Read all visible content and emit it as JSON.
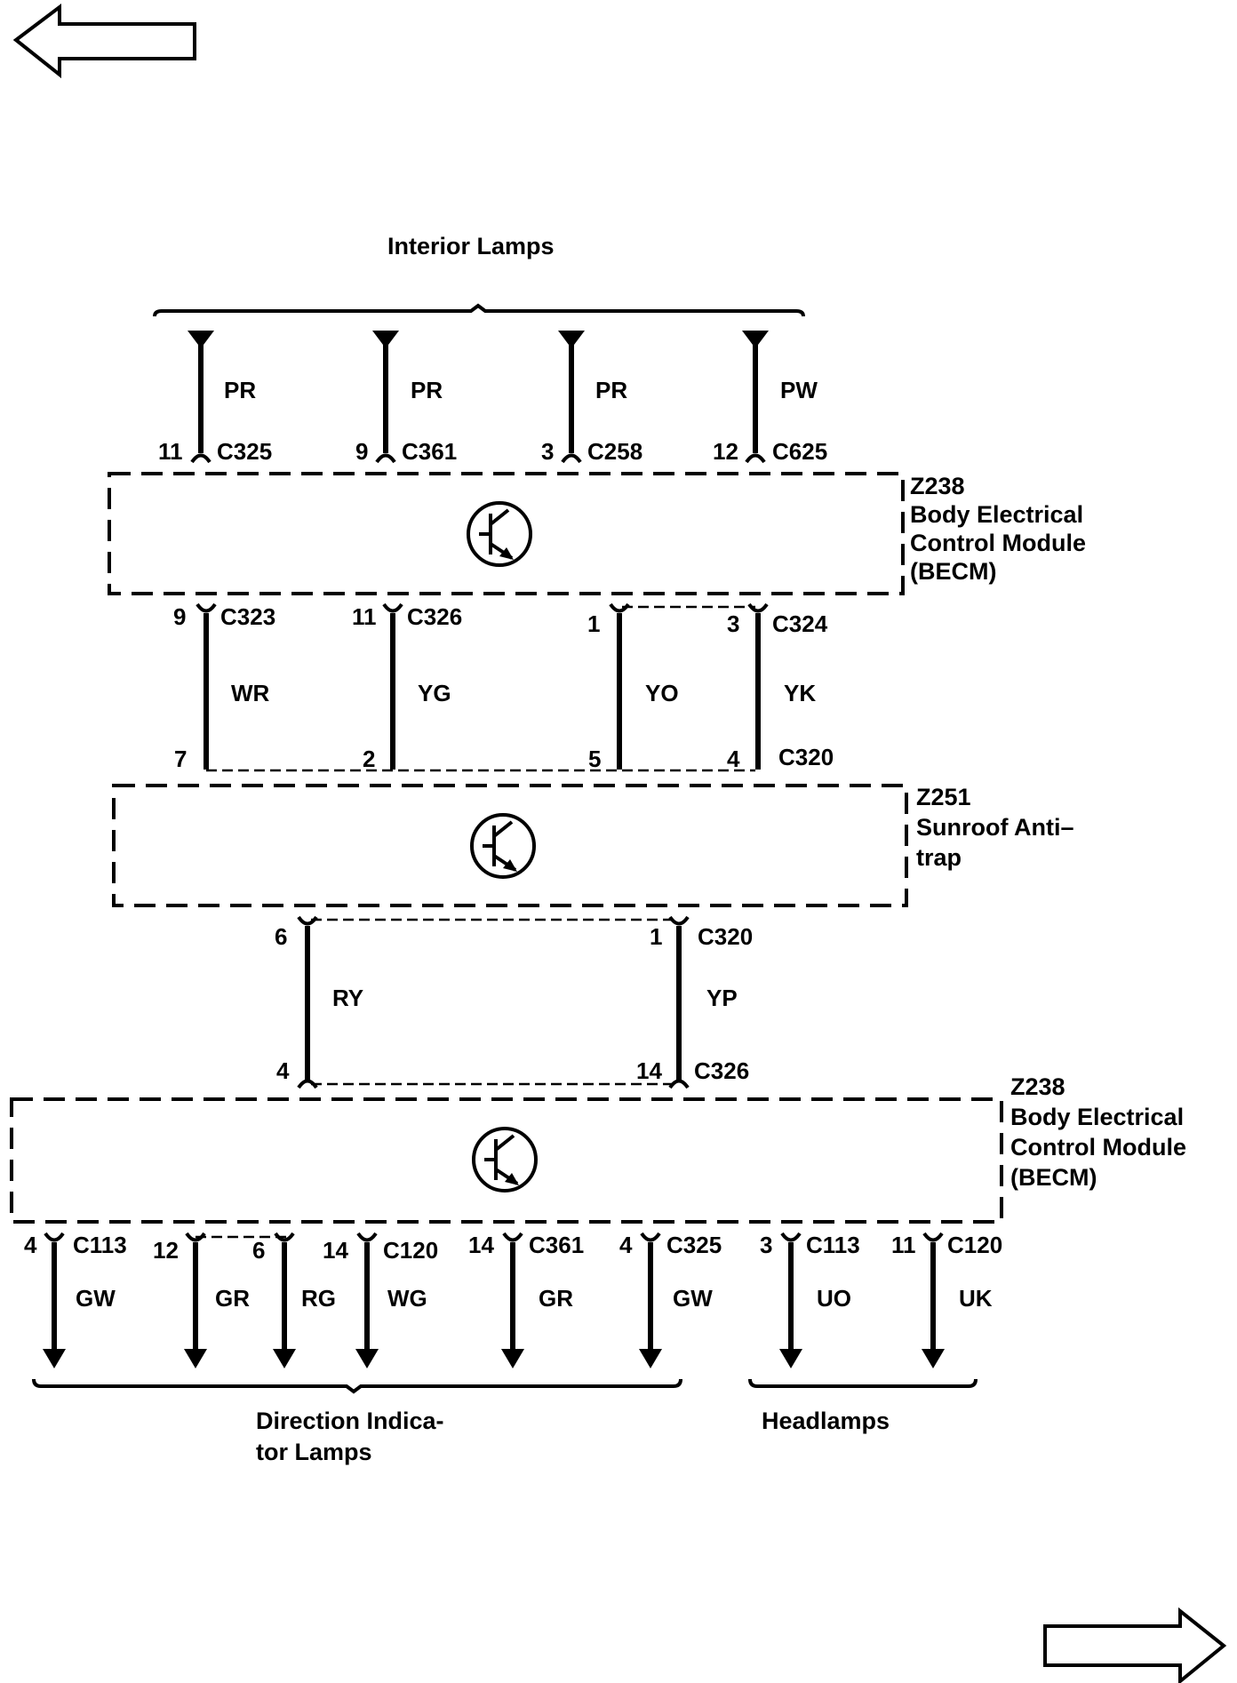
{
  "nav": {
    "back_label": "",
    "forward_label": ""
  },
  "groups": {
    "interior": "Interior Lamps",
    "direction_line1": "Direction Indica-",
    "direction_line2": "tor Lamps",
    "headlamps": "Headlamps"
  },
  "modules": {
    "becm_top": {
      "id": "Z238",
      "line1": "Body Electrical",
      "line2": "Control Module",
      "line3": "(BECM)"
    },
    "sunroof": {
      "id": "Z251",
      "line1": "Sunroof Anti–",
      "line2": "trap"
    },
    "becm_bottom": {
      "id": "Z238",
      "line1": "Body Electrical",
      "line2": "Control Module",
      "line3": "(BECM)"
    }
  },
  "wires_interior": [
    {
      "color": "PR",
      "pin": "11",
      "conn": "C325"
    },
    {
      "color": "PR",
      "pin": "9",
      "conn": "C361"
    },
    {
      "color": "PR",
      "pin": "3",
      "conn": "C258"
    },
    {
      "color": "PW",
      "pin": "12",
      "conn": "C625"
    }
  ],
  "wires_becm_sunroof": [
    {
      "color": "WR",
      "top_pin": "9",
      "top_conn": "C323",
      "bottom_pin": "7"
    },
    {
      "color": "YG",
      "top_pin": "11",
      "top_conn": "C326",
      "bottom_pin": "2"
    },
    {
      "color": "YO",
      "top_pin": "1",
      "bottom_pin": "5"
    },
    {
      "color": "YK",
      "top_pin": "3",
      "top_conn": "C324",
      "bottom_pin": "4",
      "bottom_conn": "C320"
    }
  ],
  "wires_sunroof_becm": [
    {
      "color": "RY",
      "top_pin": "6",
      "bottom_pin": "4"
    },
    {
      "color": "YP",
      "top_pin": "1",
      "top_conn": "C320",
      "bottom_pin": "14",
      "bottom_conn": "C326"
    }
  ],
  "wires_outputs": [
    {
      "color": "GW",
      "pin": "4",
      "conn": "C113"
    },
    {
      "color": "GR",
      "pin": "12"
    },
    {
      "color": "RG",
      "pin": "6"
    },
    {
      "color": "WG",
      "pin": "14",
      "conn": "C120"
    },
    {
      "color": "GR",
      "pin": "14",
      "conn": "C361"
    },
    {
      "color": "GW",
      "pin": "4",
      "conn": "C325"
    },
    {
      "color": "UO",
      "pin": "3",
      "conn": "C113"
    },
    {
      "color": "UK",
      "pin": "11",
      "conn": "C120"
    }
  ]
}
